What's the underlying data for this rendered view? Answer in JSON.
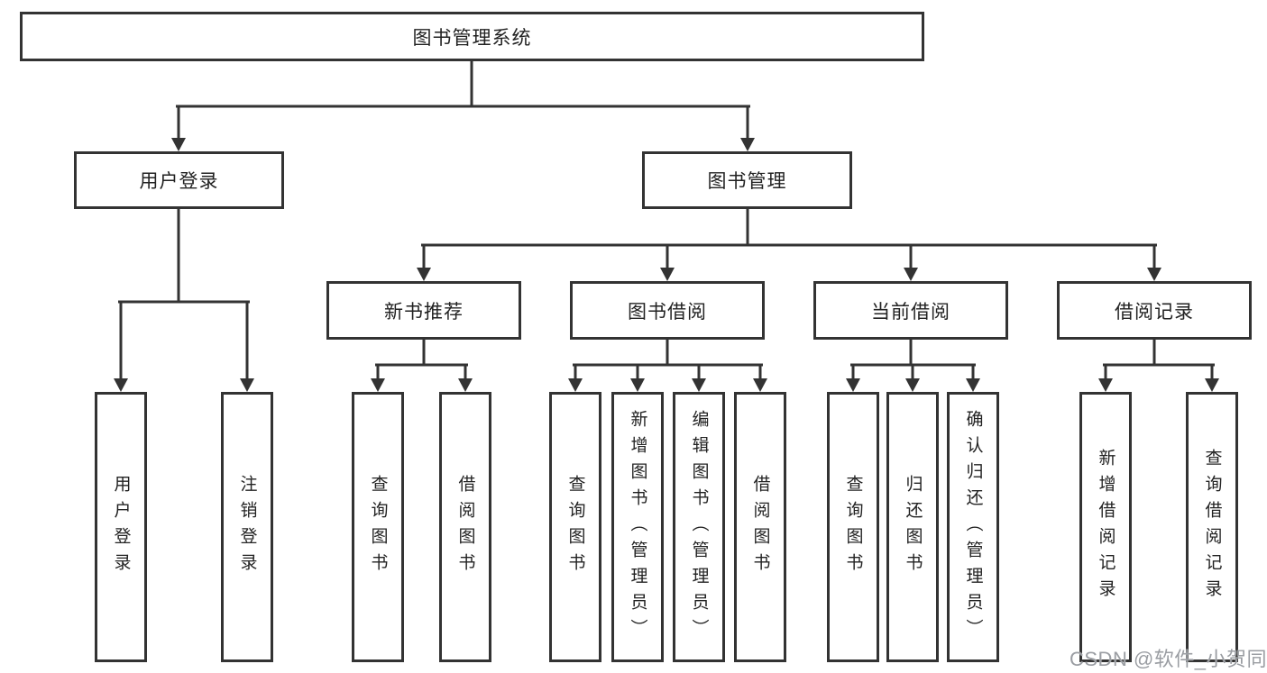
{
  "diagram_title": "图书管理系统",
  "nodes": {
    "root": {
      "label": "图书管理系统"
    },
    "user_login": {
      "label": "用户登录"
    },
    "book_management": {
      "label": "图书管理"
    },
    "new_book_recommendation": {
      "label": "新书推荐"
    },
    "book_borrowing": {
      "label": "图书借阅"
    },
    "current_borrowing": {
      "label": "当前借阅"
    },
    "borrowing_records": {
      "label": "借阅记录"
    },
    "login_user_login": {
      "label": "用户登录"
    },
    "login_logout": {
      "label": "注销登录"
    },
    "recommend_query_books": {
      "label": "查询图书"
    },
    "recommend_borrow_books": {
      "label": "借阅图书"
    },
    "borrowing_query_books": {
      "label": "查询图书"
    },
    "borrowing_add_books": {
      "label": "新增图书（管理员）"
    },
    "borrowing_edit_books": {
      "label": "编辑图书（管理员）"
    },
    "borrowing_borrow_books": {
      "label": "借阅图书"
    },
    "current_query_books": {
      "label": "查询图书"
    },
    "current_return_books": {
      "label": "归还图书"
    },
    "current_confirm_return": {
      "label": "确认归还（管理员）"
    },
    "records_add_record": {
      "label": "新增借阅记录"
    },
    "records_query_record": {
      "label": "查询借阅记录"
    }
  },
  "watermark": {
    "text": "CSDN @软件_小贺同学"
  },
  "colors": {
    "line": "#333333",
    "box_border": "#333333",
    "text": "#222222",
    "watermark_text": "#9a9da2",
    "background": "#ffffff"
  }
}
